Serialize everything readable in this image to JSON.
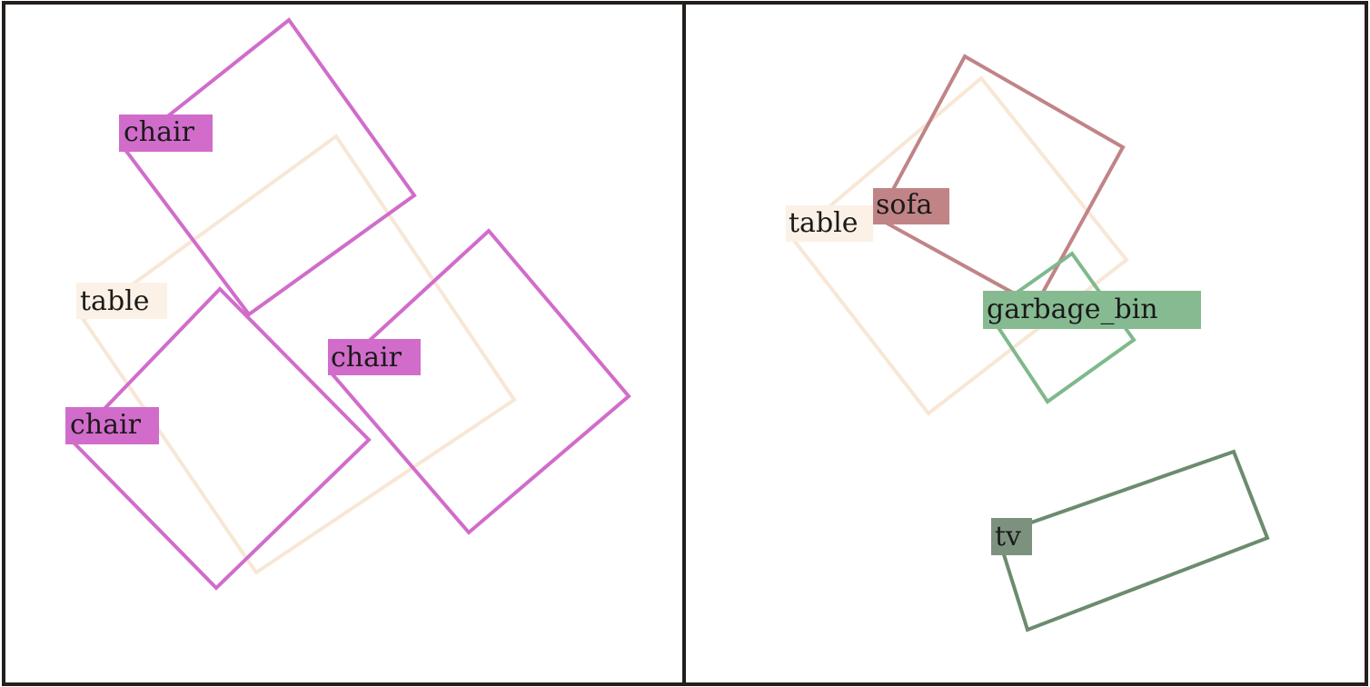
{
  "panels": [
    {
      "name": "left",
      "objects": [
        {
          "key": "table",
          "label": "table",
          "color": "#f8e7d6",
          "label_bg": "#fbf1e6"
        },
        {
          "key": "chair_top",
          "label": "chair",
          "color": "#d16ccb",
          "label_bg": "#d16ccb"
        },
        {
          "key": "chair_right",
          "label": "chair",
          "color": "#d16ccb",
          "label_bg": "#d16ccb"
        },
        {
          "key": "chair_left",
          "label": "chair",
          "color": "#d16ccb",
          "label_bg": "#d16ccb"
        }
      ]
    },
    {
      "name": "right",
      "objects": [
        {
          "key": "table",
          "label": "table",
          "color": "#f8e7d6",
          "label_bg": "#fbf1e6"
        },
        {
          "key": "sofa",
          "label": "sofa",
          "color": "#c08487",
          "label_bg": "#c08487"
        },
        {
          "key": "garbage_bin",
          "label": "garbage_bin",
          "color": "#7fb98b",
          "label_bg": "#86bb92"
        },
        {
          "key": "tv",
          "label": "tv",
          "color": "#6c8b6f",
          "label_bg": "#7d917f"
        }
      ]
    }
  ]
}
